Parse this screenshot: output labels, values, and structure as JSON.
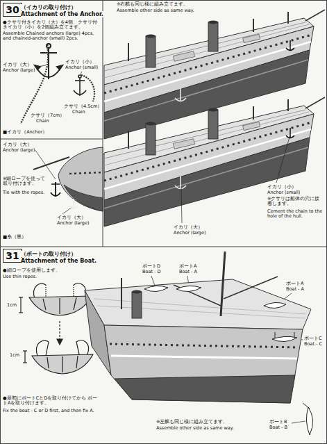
{
  "diagram": {
    "nodes": [
      {
        "text": [
          "30"
        ]
      },
      {
        "text": [
          "31"
        ]
      }
    ],
    "labels": [
      "（イカリの取り付け）",
      "Attachment of the Anchor.",
      "●クサリ付きイカリ（大）を4個、クサリ付きイカリ（小）を2個組み立てます。",
      "Assemble Chained anchors (large) 4pcs, and chained-anchor (small) 2pcs.",
      "イカリ（大）",
      "Anchor (large)",
      "イカリ（小）",
      "Anchor (small)",
      "クサリ（7cm）",
      "Chain",
      "クサリ（4.5cm）",
      "Chain",
      "■イカリ（Anchor）",
      "イカリ（大）",
      "Anchor (large)",
      "※細ロープを使って取り付けます。",
      "Tie with the ropes.",
      "イカリ（大）",
      "Anchor (large)",
      "■糸（黒）",
      "※右舷も同じ様に組み立てます。",
      "Assemble other side as same way.",
      "イカリ（小）",
      "Anchor (small)",
      "※クサリは船体の穴に接着します。",
      "Cement the chain to the hole of the hull.",
      "イカリ（大）",
      "Anchor (large)",
      "（ボートの取り付け）",
      "Attachment of the Boat.",
      "●細ロープを使用します。",
      "Use thin ropes.",
      "1cm",
      "1cm",
      "●最初にボートCとDを取り付けてから ボートAを取り付けます。",
      "Fix the boat - C or D first, and then fix A.",
      "ボートD",
      "Boat - D",
      "ボートA",
      "Boat - A",
      "ボートA",
      "Boat - A",
      "ボートC",
      "Boat - C",
      "ボートB",
      "Boat - B",
      "※左舷も同じ様に組み立てます。",
      "Assemble other side as same way."
    ]
  }
}
